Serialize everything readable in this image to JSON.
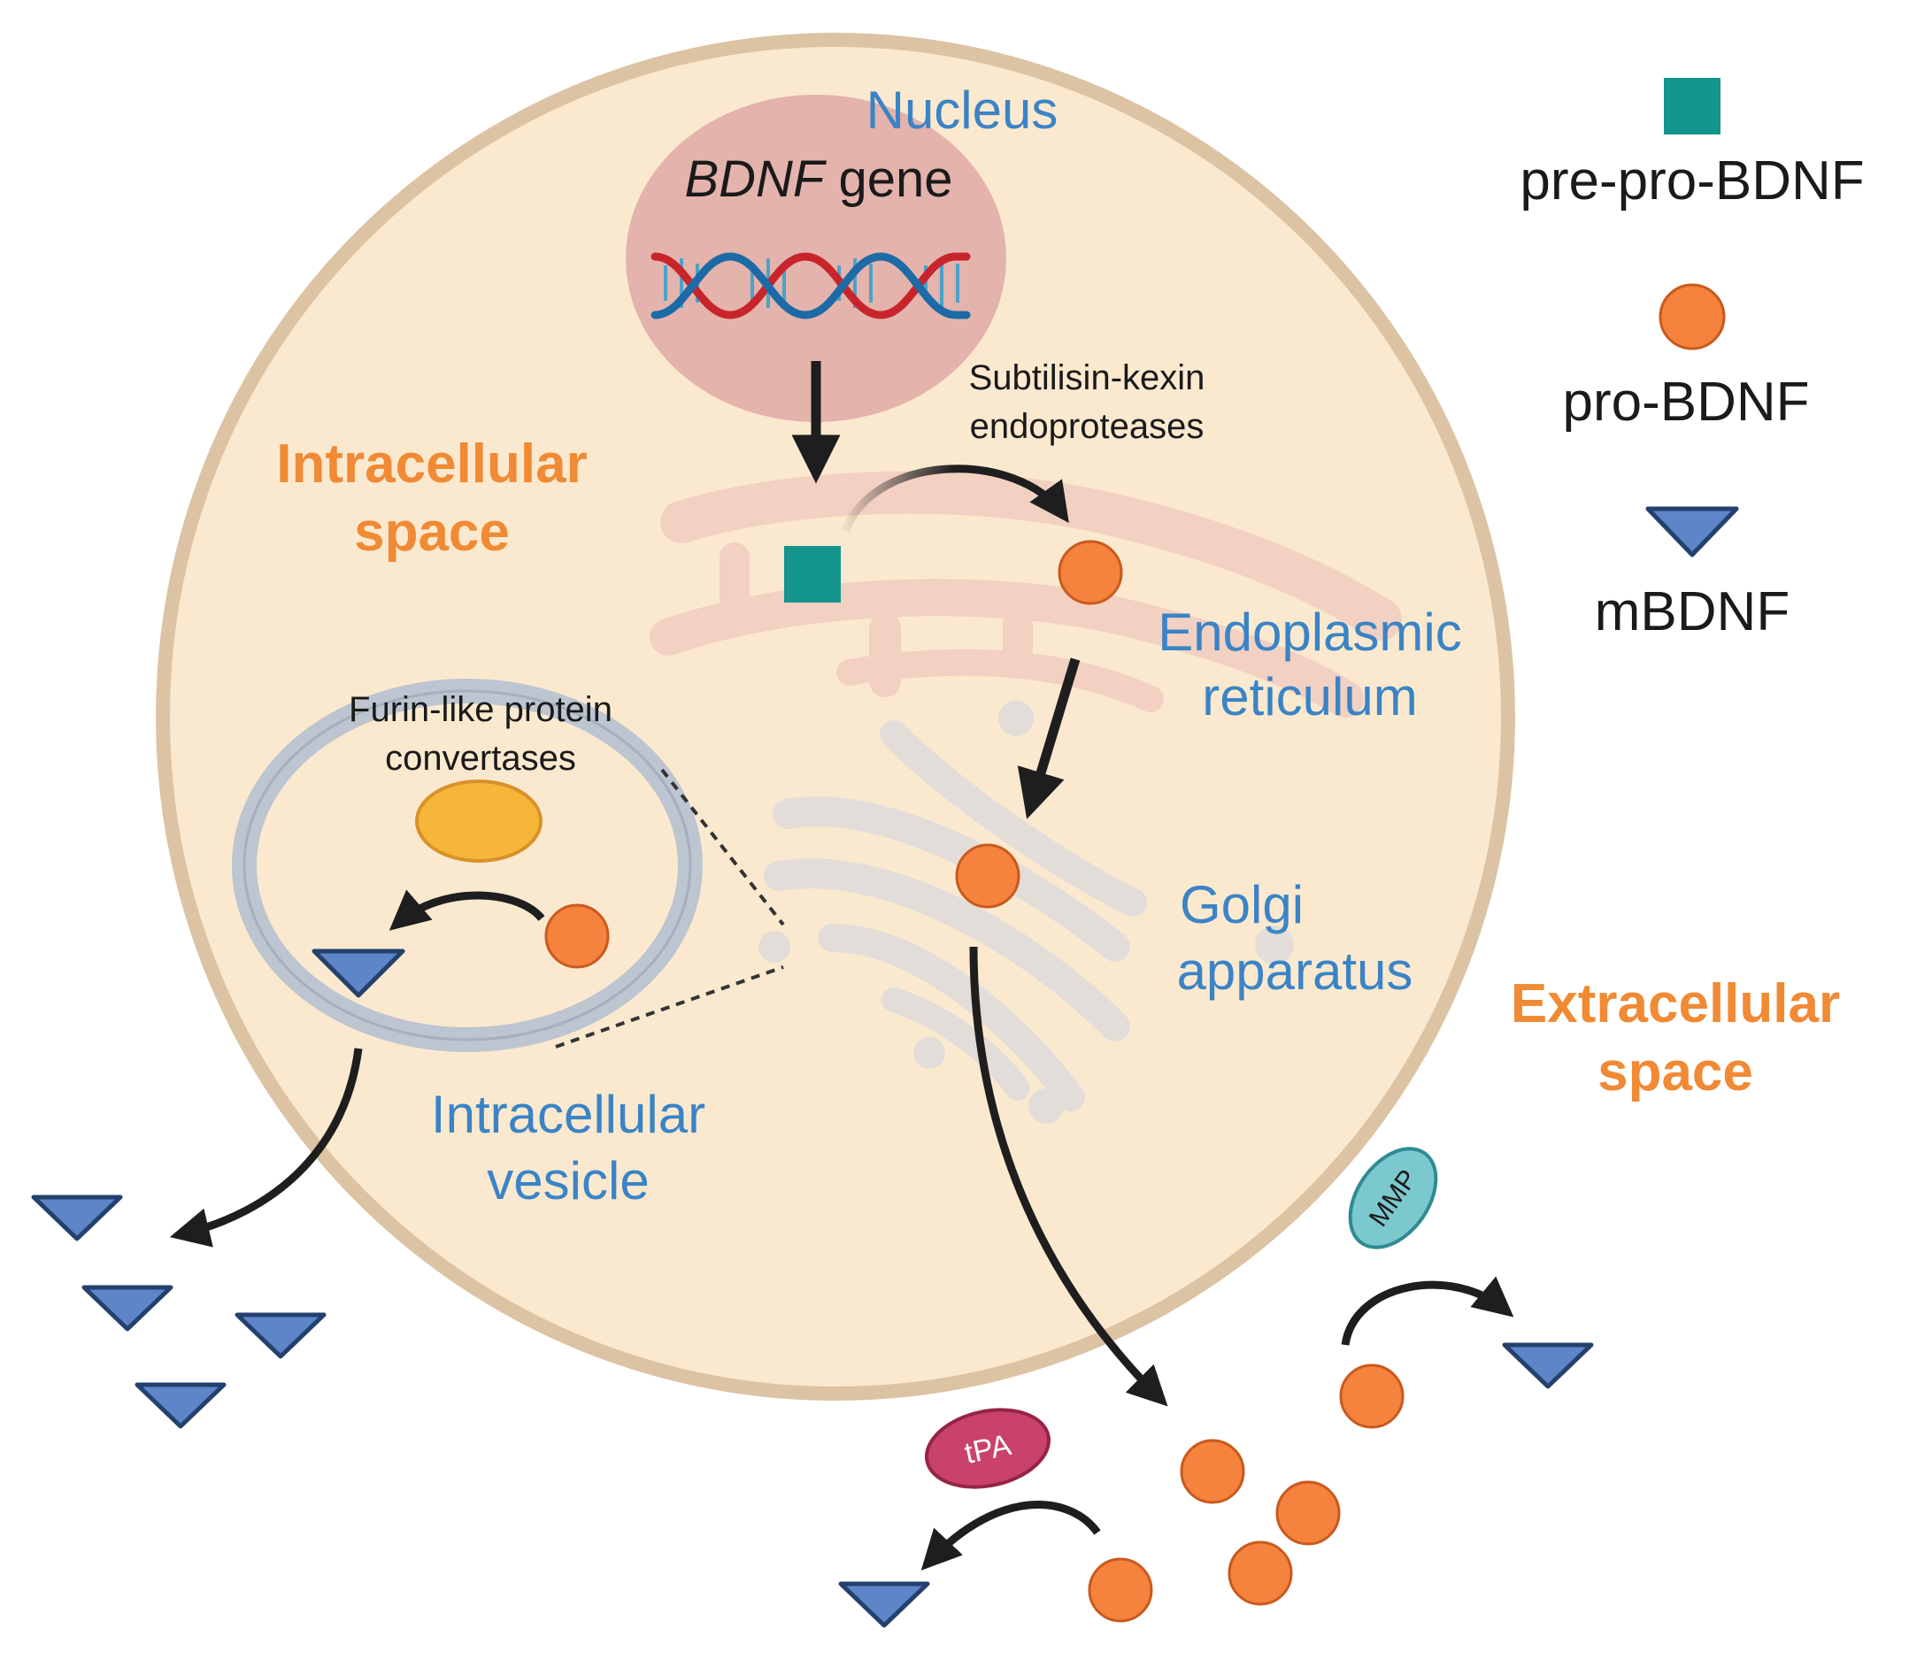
{
  "labels": {
    "nucleus": "Nucleus",
    "gene_italic": "BDNF",
    "gene_rest": " gene",
    "subtilisin_line1": "Subtilisin-kexin",
    "subtilisin_line2": "endoproteases",
    "intracellular_line1": "Intracellular",
    "intracellular_line2": "space",
    "er_line1": "Endoplasmic",
    "er_line2": "reticulum",
    "furin_line1": "Furin-like protein",
    "furin_line2": "convertases",
    "golgi_line1": "Golgi",
    "golgi_line2": "apparatus",
    "vesicle_line1": "Intracellular",
    "vesicle_line2": "vesicle",
    "extracellular_line1": "Extracellular",
    "extracellular_line2": "space",
    "mmp": "MMP",
    "tpa": "tPA"
  },
  "legend": {
    "pre_pro": "pre-pro-BDNF",
    "pro": "pro-BDNF",
    "mature": "mBDNF"
  },
  "colors": {
    "cell_fill": "#fbe9cf",
    "cell_border": "#dcc3a3",
    "nucleus_fill": "#e3b3ac",
    "er_fill": "#f2d0c2",
    "golgi_fill": "#e2ddd8",
    "pre_pro_bdnf": "#14958b",
    "pro_bdnf": "#f5823d",
    "mbdnf": "#5d85c8",
    "furin_enzyme": "#f6b63a",
    "mmp_enzyme": "#7cc8cf",
    "tpa_enzyme": "#c8426a",
    "label_blue": "#3a84c6",
    "label_orange": "#f08a34"
  }
}
